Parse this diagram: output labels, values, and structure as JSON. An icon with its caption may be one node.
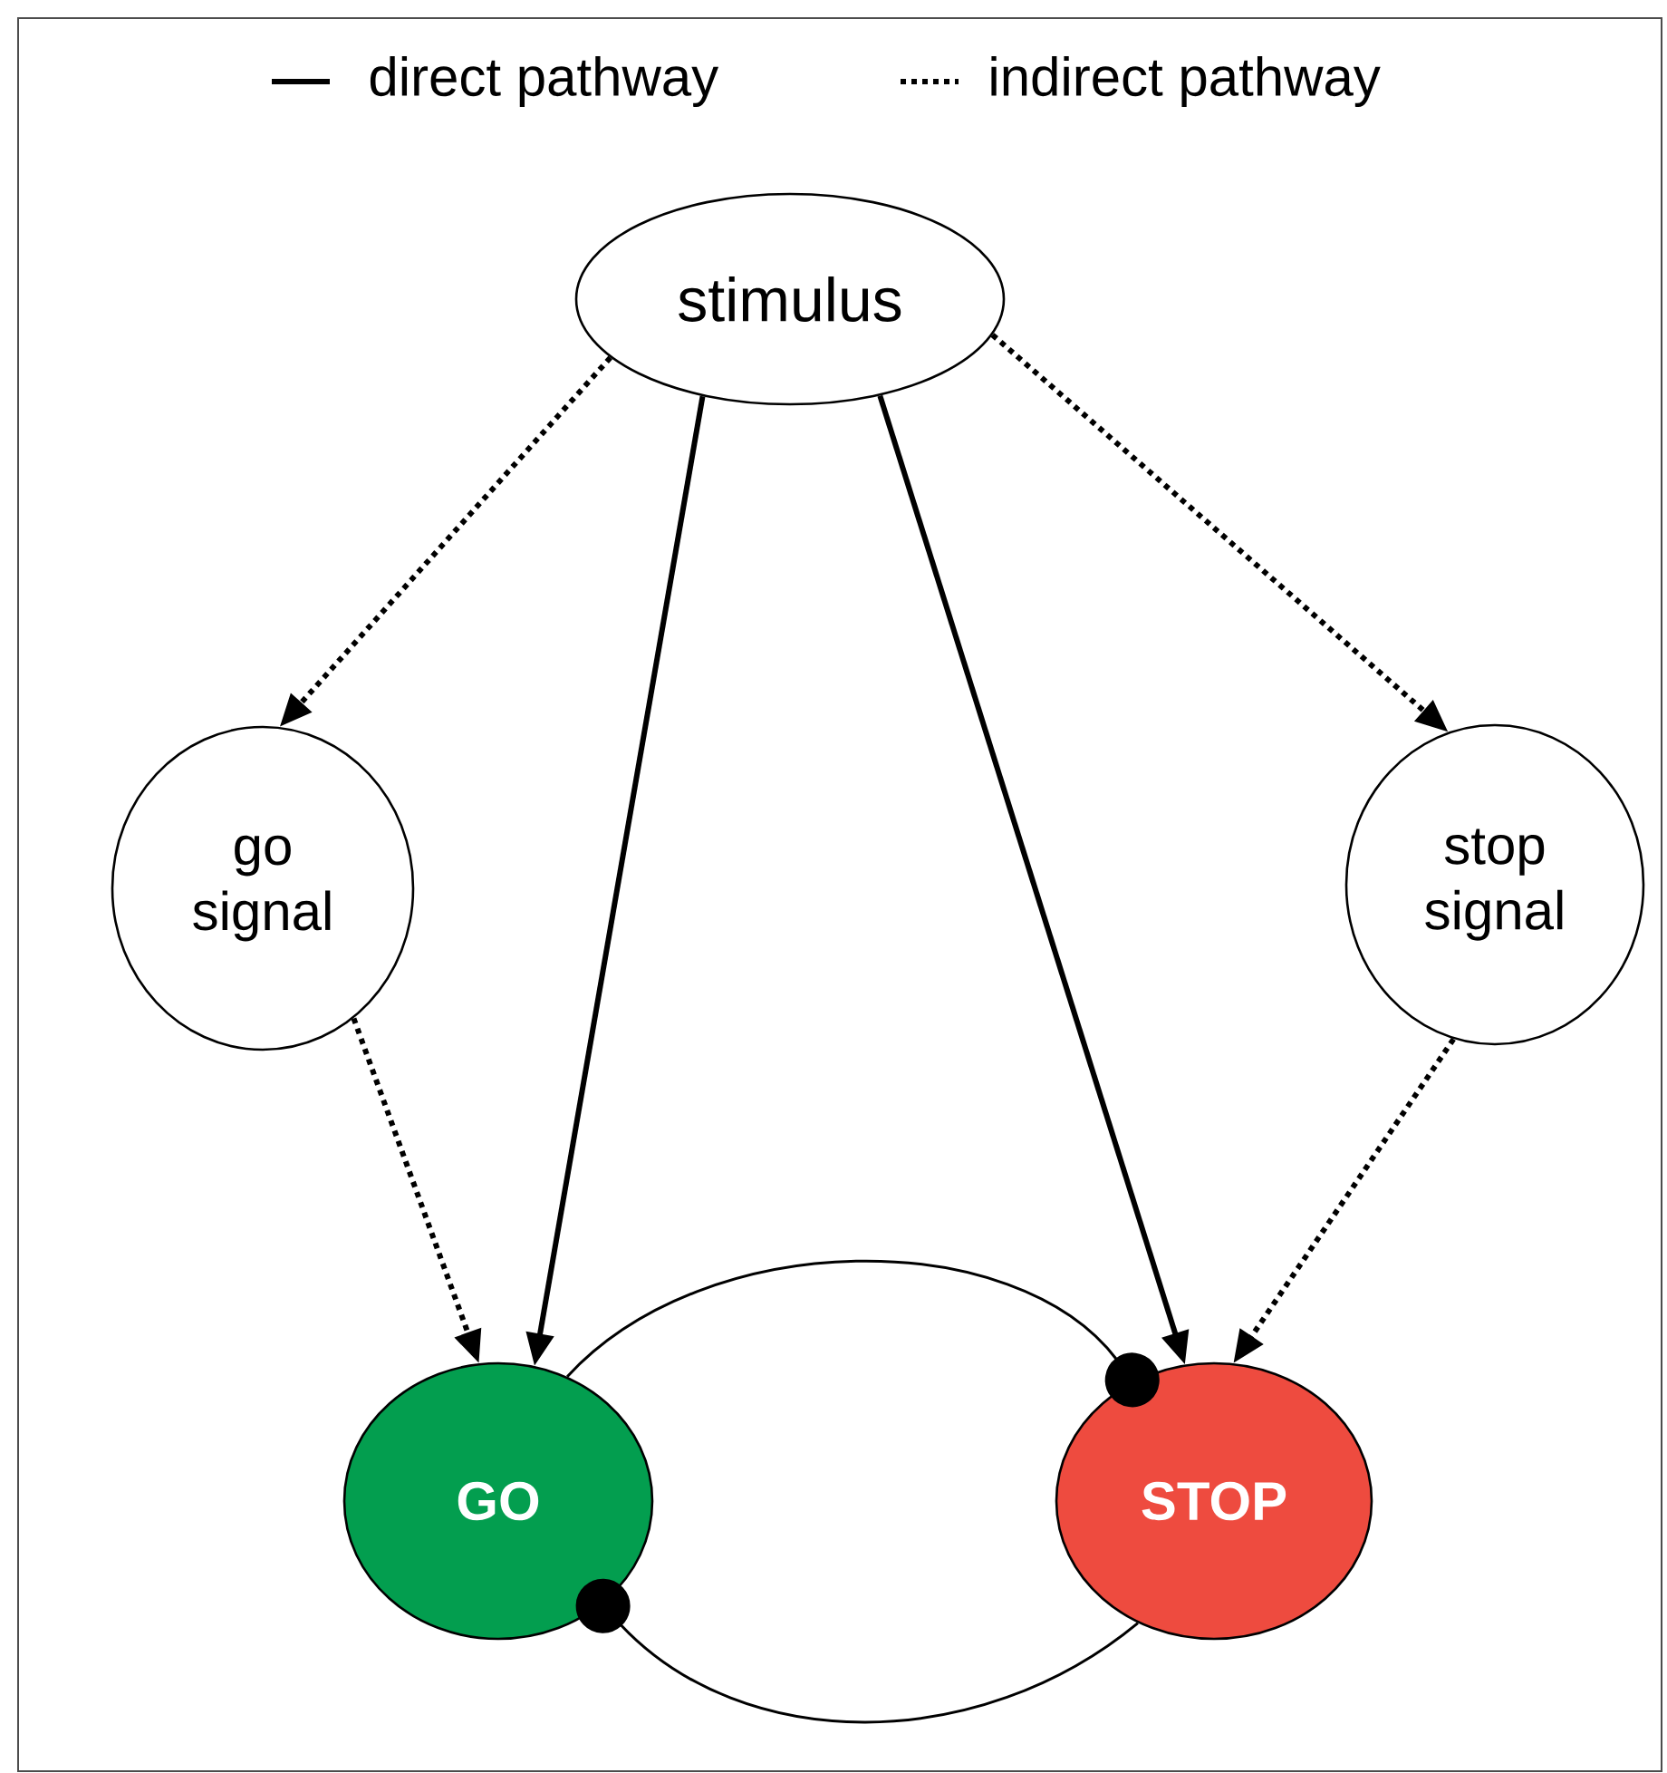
{
  "diagram": {
    "nodes": [
      {
        "text": [
          "stimulus"
        ]
      },
      {
        "text": [
          "go signal"
        ]
      },
      {
        "text": [
          "stop signal"
        ]
      },
      {
        "text": [
          "GO"
        ]
      },
      {
        "text": [
          "STOP"
        ]
      }
    ],
    "edges": [
      {
        "from": 0,
        "to": 1,
        "arrow": "to",
        "style": "dashed"
      },
      {
        "from": 0,
        "to": 3,
        "arrow": "to"
      },
      {
        "from": 0,
        "to": 4,
        "arrow": "to"
      },
      {
        "from": 0,
        "to": 2,
        "arrow": "to",
        "style": "dashed"
      },
      {
        "from": 1,
        "to": 3,
        "arrow": "to",
        "style": "dashed"
      },
      {
        "from": 2,
        "to": 4,
        "arrow": "to",
        "style": "dashed"
      },
      {
        "from": 3,
        "to": 4,
        "arrow": "other"
      },
      {
        "from": 4,
        "to": 3,
        "arrow": "other"
      }
    ],
    "legend": [
      {
        "text": "direct pathway"
      },
      {
        "text": "indirect pathway"
      }
    ]
  }
}
